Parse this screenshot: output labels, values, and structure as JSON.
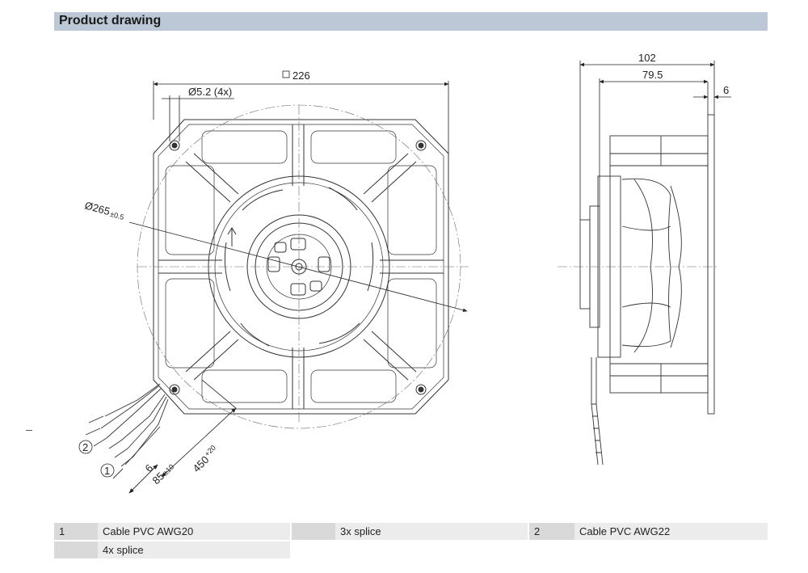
{
  "section": {
    "title": "Product drawing"
  },
  "drawing": {
    "front_view": {
      "square_dim": "226",
      "hole_dim": "Ø5.2 (4x)",
      "diameter_dim": "Ø265",
      "diameter_tol": "±0.5"
    },
    "side_view": {
      "depth_total": "102",
      "depth_body": "79.5",
      "flange": "6"
    },
    "cable": {
      "strip_len": "6",
      "splice_len": "85",
      "splice_tol": "±10",
      "cable_len": "450",
      "cable_tol": "+20",
      "callout_1": "1",
      "callout_2": "2"
    }
  },
  "legend": {
    "row1": [
      {
        "key": "1",
        "desc": "Cable PVC AWG20"
      },
      {
        "key": "",
        "desc": "3x splice"
      },
      {
        "key": "2",
        "desc": "Cable PVC AWG22"
      }
    ],
    "row2": [
      {
        "key": "",
        "desc": "4x splice"
      }
    ]
  }
}
